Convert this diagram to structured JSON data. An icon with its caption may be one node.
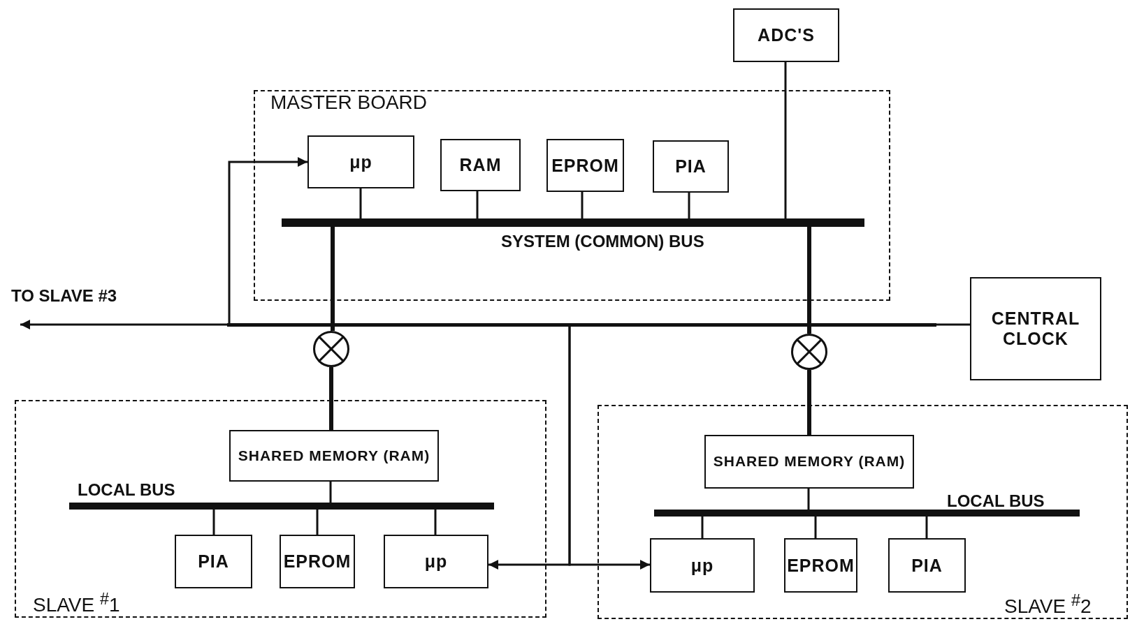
{
  "diagram": {
    "nodes": [
      {
        "text": [
          "MASTER BOARD"
        ]
      },
      {
        "text": [
          "μp"
        ],
        "in": 0
      },
      {
        "text": [
          "RAM"
        ],
        "in": 0
      },
      {
        "text": [
          "EPROM"
        ],
        "in": 0
      },
      {
        "text": [
          "PIA"
        ],
        "in": 0
      },
      {
        "text": [],
        "shape": "bar",
        "in": 0,
        "beside": [
          "SYSTEM (COMMON) BUS"
        ]
      },
      {
        "text": [
          "ADC'S"
        ]
      },
      {
        "text": [
          "CENTRAL CLOCK"
        ]
      },
      {
        "text": [],
        "shape": "bar"
      },
      {
        "text": [],
        "shape": "circle"
      },
      {
        "text": [],
        "shape": "circle"
      },
      {
        "text": [
          "SLAVE $^{#}$1"
        ]
      },
      {
        "text": [
          "SHARED MEMORY (RAM)"
        ],
        "in": 11
      },
      {
        "text": [],
        "shape": "bar",
        "in": 11,
        "beside": [
          "LOCAL BUS"
        ]
      },
      {
        "text": [
          "PIA"
        ],
        "in": 11
      },
      {
        "text": [
          "EPROM"
        ],
        "in": 11
      },
      {
        "text": [
          "μp"
        ],
        "in": 11
      },
      {
        "text": [
          "SLAVE $^{#}$2"
        ]
      },
      {
        "text": [
          "SHARED MEMORY (RAM)"
        ],
        "in": 17
      },
      {
        "text": [],
        "shape": "bar",
        "in": 17,
        "beside": [
          "LOCAL BUS"
        ]
      },
      {
        "text": [
          "μp"
        ],
        "in": 17
      },
      {
        "text": [
          "EPROM"
        ],
        "in": 17
      },
      {
        "text": [
          "PIA"
        ],
        "in": 17
      }
    ],
    "edges": [
      {
        "from": 1,
        "to": 5,
        "arrow": "none"
      },
      {
        "from": 2,
        "to": 5,
        "arrow": "none"
      },
      {
        "from": 3,
        "to": 5,
        "arrow": "none"
      },
      {
        "from": 4,
        "to": 5,
        "arrow": "none"
      },
      {
        "from": 6,
        "to": 5,
        "arrow": "none"
      },
      {
        "from": 5,
        "to": 9,
        "arrow": "none",
        "style": "thick"
      },
      {
        "from": 5,
        "to": 10,
        "arrow": "none",
        "style": "thick"
      },
      {
        "from": 9,
        "to": 12,
        "arrow": "none",
        "style": "thick"
      },
      {
        "from": 10,
        "to": 18,
        "arrow": "none",
        "style": "thick"
      },
      {
        "from": 7,
        "to": 8,
        "arrow": "none"
      },
      {
        "from": 8,
        "to": 1,
        "arrow": "to"
      },
      {
        "from": 8,
        "to": null,
        "arrow": "to",
        "label": "TO SLAVE #3"
      },
      {
        "from": 8,
        "to": 16,
        "arrow": "to"
      },
      {
        "from": 8,
        "to": 20,
        "arrow": "to"
      },
      {
        "from": 12,
        "to": 13,
        "arrow": "none"
      },
      {
        "from": 14,
        "to": 13,
        "arrow": "none"
      },
      {
        "from": 15,
        "to": 13,
        "arrow": "none"
      },
      {
        "from": 16,
        "to": 13,
        "arrow": "none"
      },
      {
        "from": 18,
        "to": 19,
        "arrow": "none"
      },
      {
        "from": 20,
        "to": 19,
        "arrow": "none"
      },
      {
        "from": 21,
        "to": 19,
        "arrow": "none"
      },
      {
        "from": 22,
        "to": 19,
        "arrow": "none"
      }
    ]
  }
}
